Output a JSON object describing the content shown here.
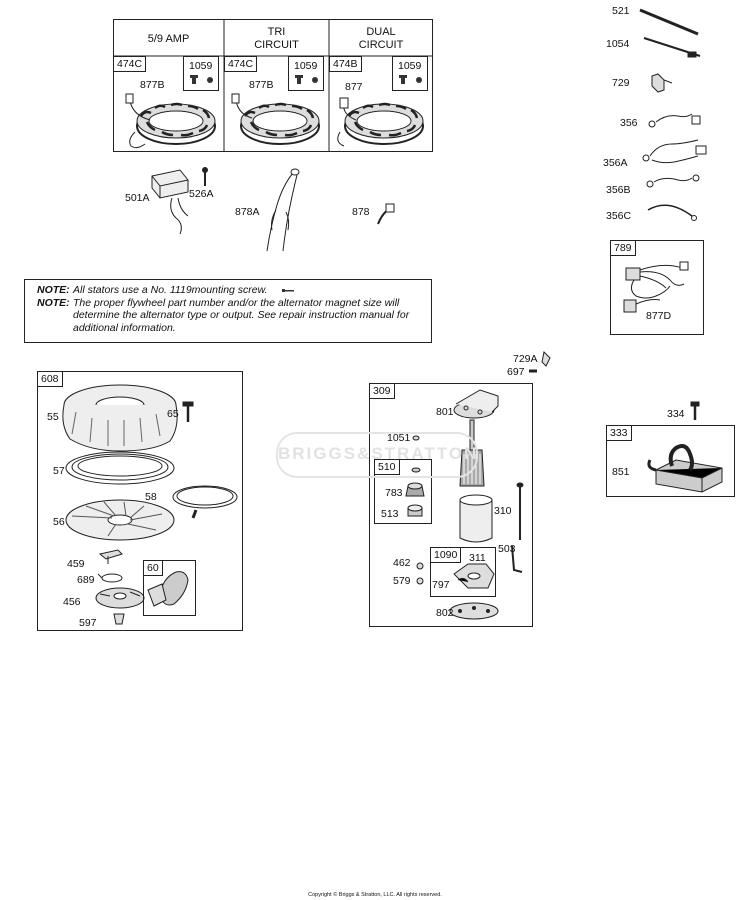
{
  "stator_table": {
    "columns": [
      {
        "title": "5/9 AMP",
        "group_tag": "474C",
        "hw_tag": "1059",
        "part": "877B"
      },
      {
        "title": "TRI\nCIRCUIT",
        "group_tag": "474C",
        "hw_tag": "1059",
        "part": "877B"
      },
      {
        "title": "DUAL\nCIRCUIT",
        "group_tag": "474B",
        "hw_tag": "1059",
        "part": "877"
      }
    ]
  },
  "misc_parts": {
    "p501A": "501A",
    "p526A": "526A",
    "p878A": "878A",
    "p878": "878"
  },
  "notes": {
    "label1": "NOTE:",
    "text1": "All stators use a No. 1119mounting screw.",
    "label2": "NOTE:",
    "text2": "The proper flywheel part number and/or the alternator magnet size will determine the alternator type or output. See repair instruction manual for additional information."
  },
  "right_parts": {
    "p521": "521",
    "p1054": "1054",
    "p729": "729",
    "p356": "356",
    "p356A": "356A",
    "p356B": "356B",
    "p356C": "356C",
    "group789": "789",
    "p877D": "877D"
  },
  "starter_group": {
    "tag": "608",
    "parts": {
      "p55": "55",
      "p65": "65",
      "p57": "57",
      "p58": "58",
      "p56": "56",
      "p459": "459",
      "p689": "689",
      "p456": "456",
      "p597": "597"
    },
    "sub_tag": "60"
  },
  "motor_group": {
    "top1": "729A",
    "top2": "697",
    "tag": "309",
    "parts": {
      "p801": "801",
      "p1051": "1051",
      "p783": "783",
      "p513": "513",
      "p310": "310",
      "p503": "503",
      "p462": "462",
      "p579": "579",
      "p311": "311",
      "p797": "797",
      "p802": "802"
    },
    "sub_tag1": "510",
    "sub_tag2": "1090"
  },
  "coil_group": {
    "p334": "334",
    "tag": "333",
    "p851": "851"
  },
  "watermark": "BRIGGS&STRATTON",
  "copyright": "Copyright © Briggs & Stratton, LLC. All rights reserved."
}
